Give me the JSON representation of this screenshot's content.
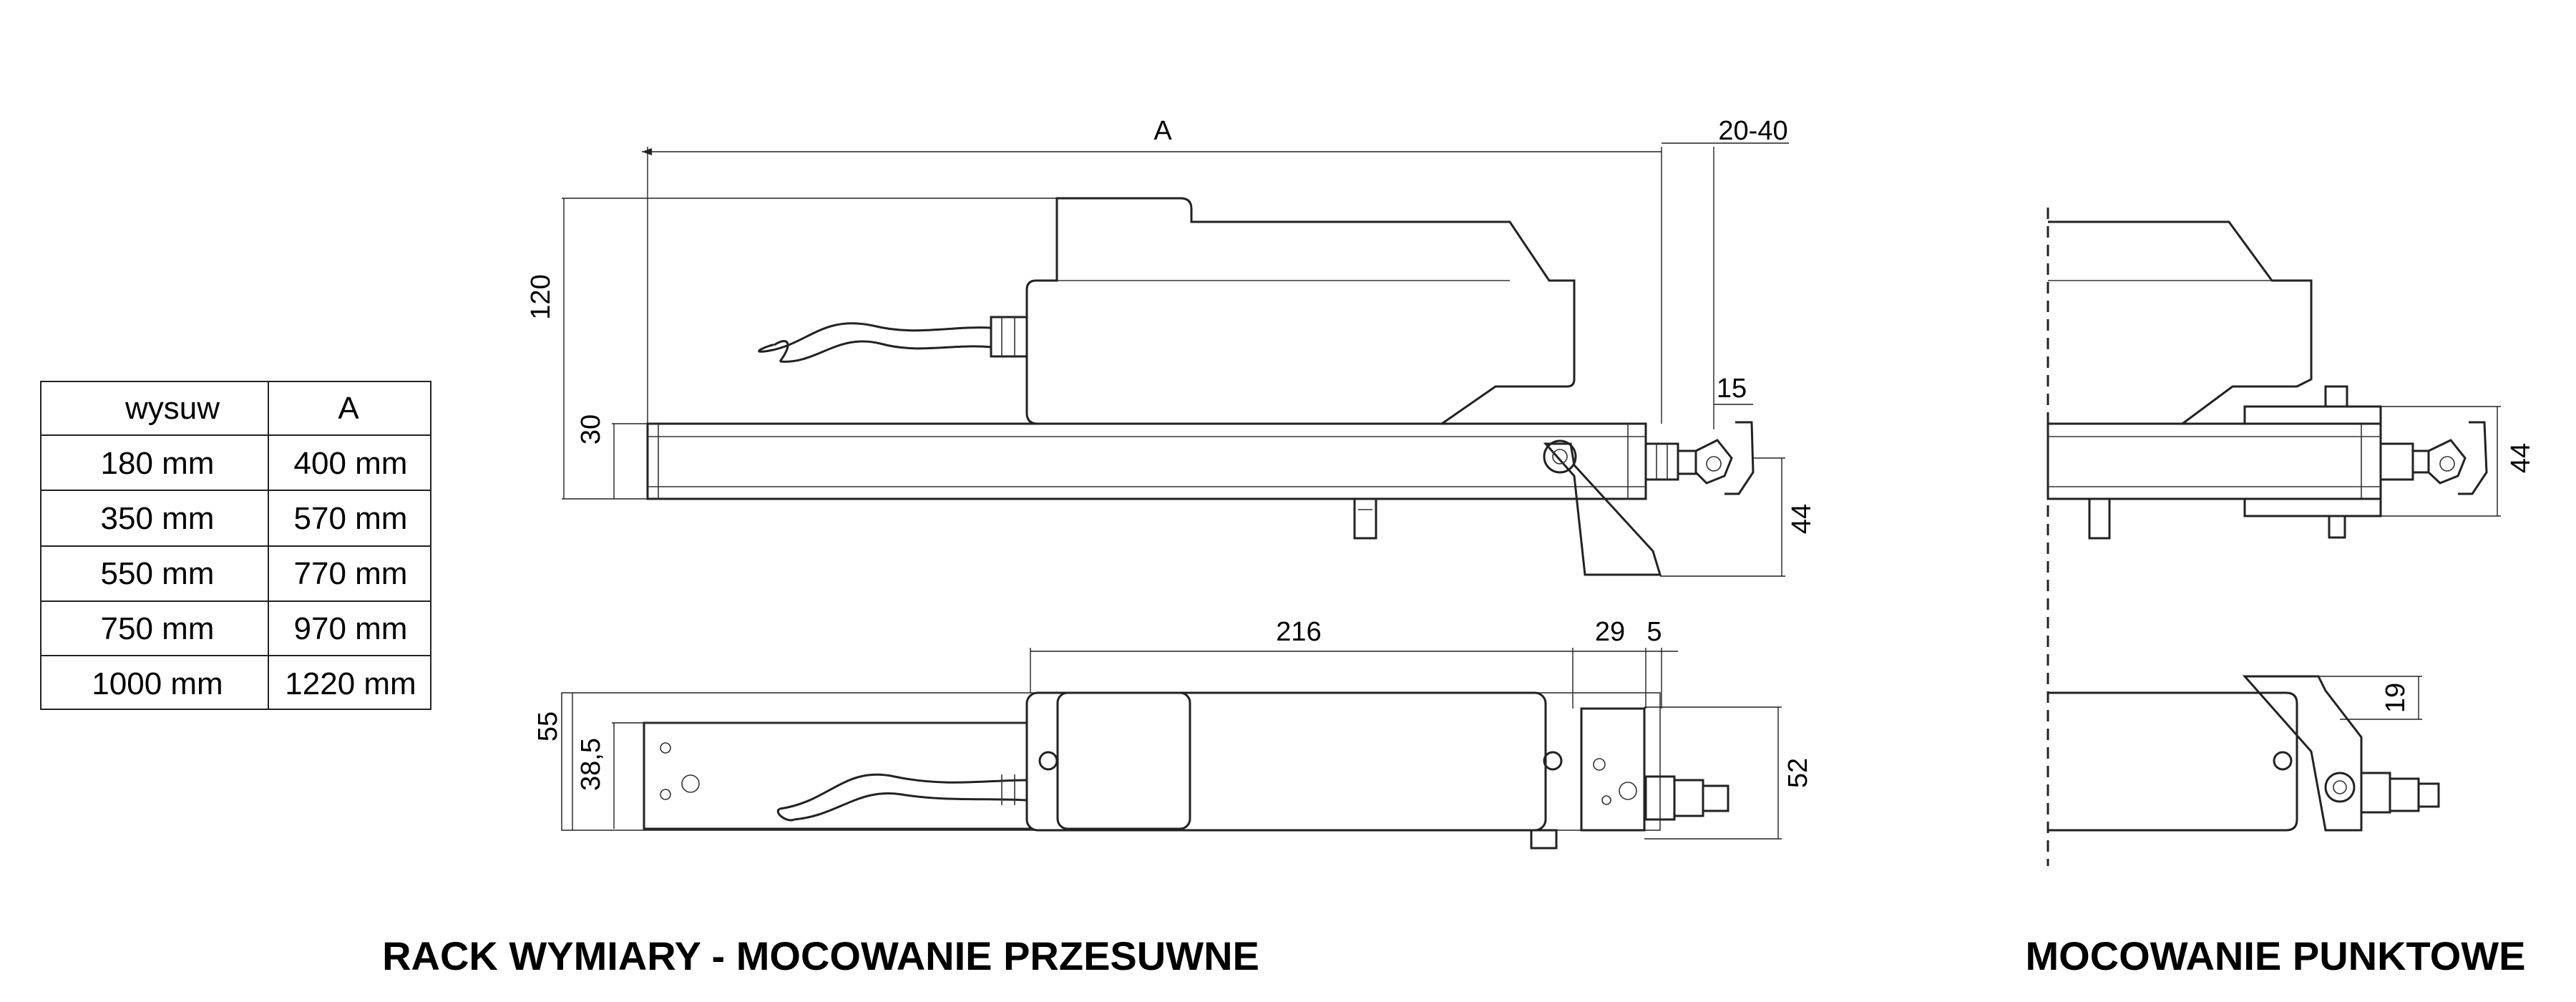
{
  "table": {
    "headers": [
      "wysuw",
      "A"
    ],
    "rows": [
      [
        "180 mm",
        "400 mm"
      ],
      [
        "350 mm",
        "570 mm"
      ],
      [
        "550 mm",
        "770 mm"
      ],
      [
        "750 mm",
        "970 mm"
      ],
      [
        "1000 mm",
        "1220 mm"
      ]
    ]
  },
  "dimensions": {
    "a": "A",
    "range": "20-40",
    "height_total": "120",
    "height_rail": "30",
    "bracket_offset": "15",
    "bracket_height": "44",
    "body_len": "216",
    "gap1": "29",
    "gap2": "5",
    "width_total": "55",
    "width_inner": "38,5",
    "width_bracket": "52",
    "point_height": "44",
    "point_offset": "19"
  },
  "captions": {
    "left": "RACK WYMIARY - MOCOWANIE PRZESUWNE",
    "right": "MOCOWANIE PUNKTOWE"
  },
  "colors": {
    "line": "#222222",
    "background": "#ffffff"
  }
}
